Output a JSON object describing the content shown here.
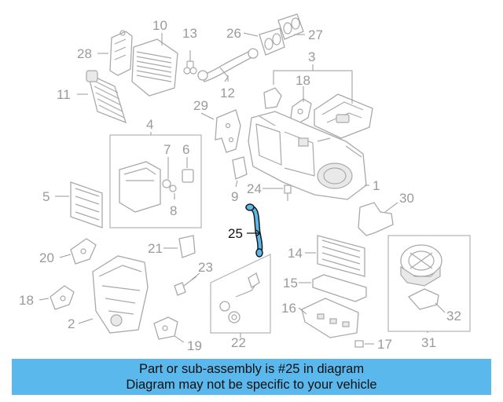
{
  "banner": {
    "line1": "Part or sub-assembly is #25 in diagram",
    "line2": "Diagram may not be specific to your vehicle"
  },
  "highlight_color": "#5ab8ec",
  "callouts": {
    "c1": "1",
    "c2": "2",
    "c3": "3",
    "c4": "4",
    "c5": "5",
    "c6": "6",
    "c7": "7",
    "c8": "8",
    "c9": "9",
    "c10": "10",
    "c11": "11",
    "c12": "12",
    "c13": "13",
    "c14": "14",
    "c15": "15",
    "c16": "16",
    "c17": "17",
    "c18": "18",
    "c19": "19",
    "c20": "20",
    "c21": "21",
    "c22": "22",
    "c23": "23",
    "c24": "24",
    "c25": "25",
    "c26": "26",
    "c27": "27",
    "c28": "28",
    "c29": "29",
    "c30": "30",
    "c31": "31",
    "c32": "32"
  }
}
